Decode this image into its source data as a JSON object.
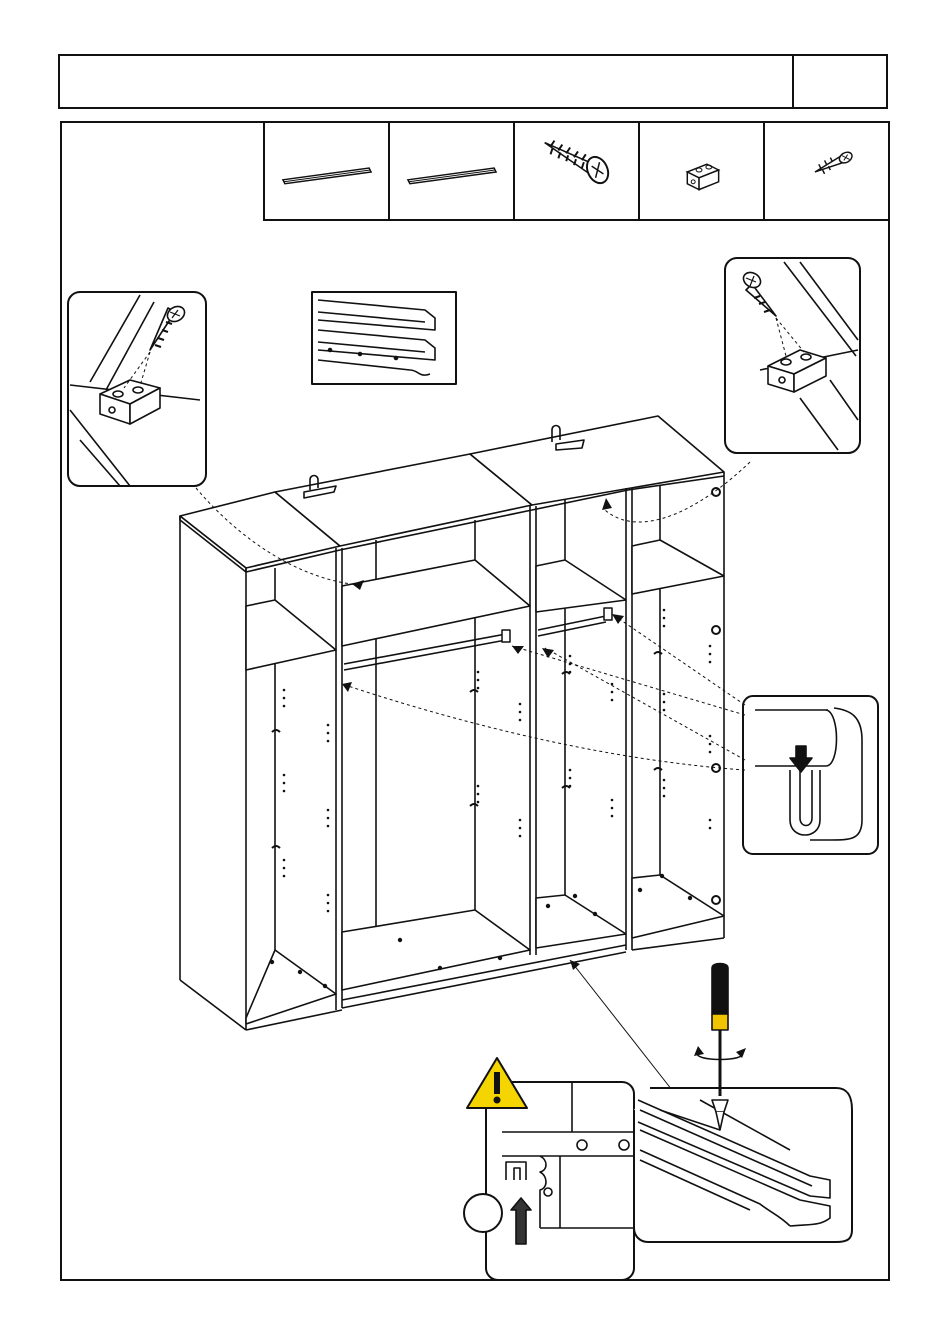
{
  "header": {
    "title": "",
    "step": ""
  },
  "parts": [
    {
      "id": "rail-a",
      "icon": "long-rail-icon"
    },
    {
      "id": "rail-b",
      "icon": "long-rail-icon"
    },
    {
      "id": "screw-large",
      "icon": "wood-screw-icon"
    },
    {
      "id": "block",
      "icon": "connector-block-icon"
    },
    {
      "id": "screw-small",
      "icon": "small-screw-icon"
    }
  ],
  "callouts": {
    "warning_icon": "warning-triangle-icon",
    "screwdriver_icon": "screwdriver-icon"
  },
  "colors": {
    "line": "#111111",
    "warning": "#f5d500",
    "handle": "#f0c400"
  }
}
